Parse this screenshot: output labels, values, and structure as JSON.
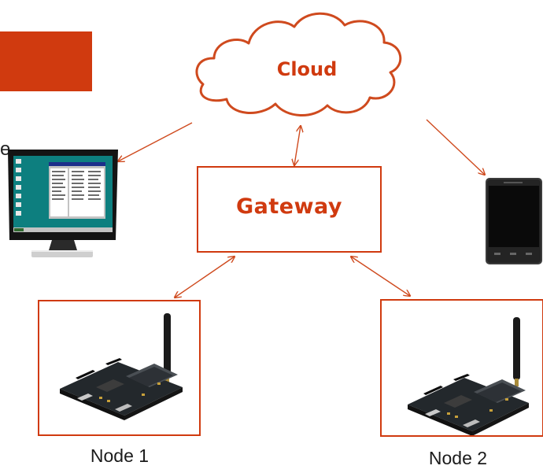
{
  "colors": {
    "accent": "#d03a0f",
    "border": "#cf4a1e"
  },
  "diagram": {
    "cloud": {
      "label": "Cloud",
      "icon": "cloud-icon"
    },
    "gateway": {
      "label": "Gateway"
    },
    "nodes": [
      {
        "label": "Node 1",
        "icon": "board-with-antenna-icon"
      },
      {
        "label": "Node 2",
        "icon": "board-with-antenna-icon"
      }
    ],
    "computer": {
      "icon": "desktop-computer-icon"
    },
    "phone": {
      "icon": "smartphone-icon"
    },
    "partial_text": "e"
  }
}
